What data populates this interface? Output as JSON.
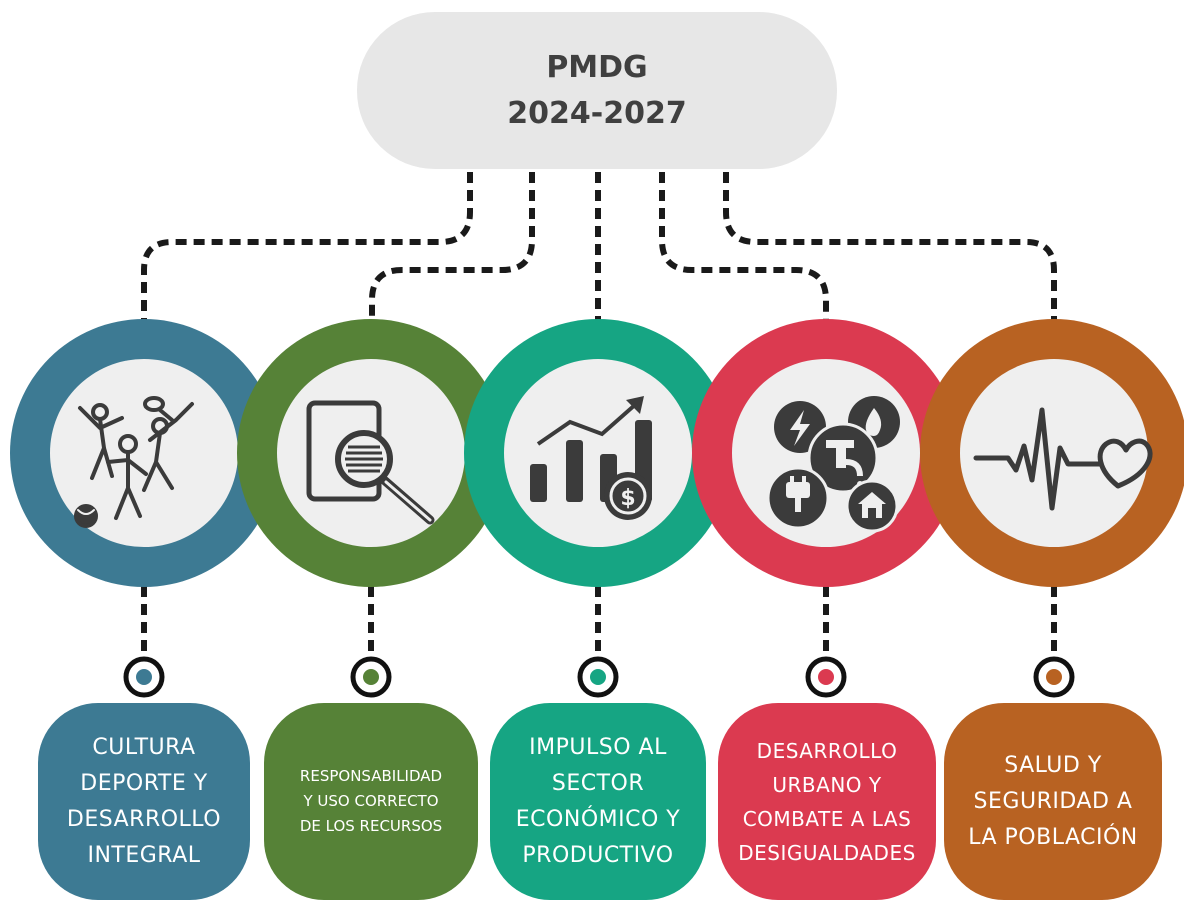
{
  "title": {
    "line1": "PMDG",
    "line2": "2024-2027"
  },
  "pillars": [
    {
      "label": "CULTURA\nDEPORTE Y\nDESARROLLO\nINTEGRAL",
      "color": "#3d7a93",
      "icon": "sports-people-icon"
    },
    {
      "label": "RESPONSABILIDAD\nY USO CORRECTO\nDE LOS RECURSOS",
      "color": "#568237",
      "icon": "document-magnifier-icon"
    },
    {
      "label": "IMPULSO AL\nSECTOR\nECONÓMICO Y\nPRODUCTIVO",
      "color": "#16a583",
      "icon": "growth-chart-dollar-icon"
    },
    {
      "label": "DESARROLLO\nURBANO Y\nCOMBATE A LAS\nDESIGUALDADES",
      "color": "#db3a50",
      "icon": "public-services-icon"
    },
    {
      "label": "SALUD Y\nSEGURIDAD A\nLA POBLACIÓN",
      "color": "#b86222",
      "icon": "heartbeat-icon"
    }
  ],
  "colors": {
    "title_bg": "#e7e7e7",
    "title_text": "#404040",
    "inner_circle": "#efefef",
    "icon": "#3b3b3b",
    "connector": "#1a1a1a"
  }
}
